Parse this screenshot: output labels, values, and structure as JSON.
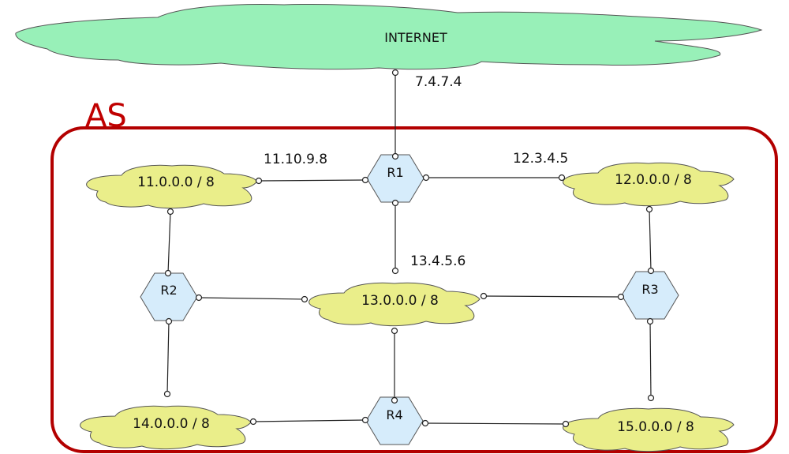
{
  "internet": {
    "label": "INTERNET",
    "color": "#98f0b8"
  },
  "as_box": {
    "label": "AS",
    "border_color": "#b30000",
    "label_color": "#c00000"
  },
  "colors": {
    "subnet_cloud": "#eaee8a",
    "router": "#d6ecfb"
  },
  "routers": [
    {
      "id": "R1",
      "label": "R1"
    },
    {
      "id": "R2",
      "label": "R2"
    },
    {
      "id": "R3",
      "label": "R3"
    },
    {
      "id": "R4",
      "label": "R4"
    }
  ],
  "subnets": [
    {
      "id": "net11",
      "label": "11.0.0.0 / 8"
    },
    {
      "id": "net12",
      "label": "12.0.0.0 / 8"
    },
    {
      "id": "net13",
      "label": "13.0.0.0 / 8"
    },
    {
      "id": "net14",
      "label": "14.0.0.0 / 8"
    },
    {
      "id": "net15",
      "label": "15.0.0.0 / 8"
    }
  ],
  "addresses": {
    "internet_r1": "7.4.7.4",
    "r1_net11": "11.10.9.8",
    "r1_net12": "12.3.4.5",
    "r1_net13": "13.4.5.6"
  }
}
